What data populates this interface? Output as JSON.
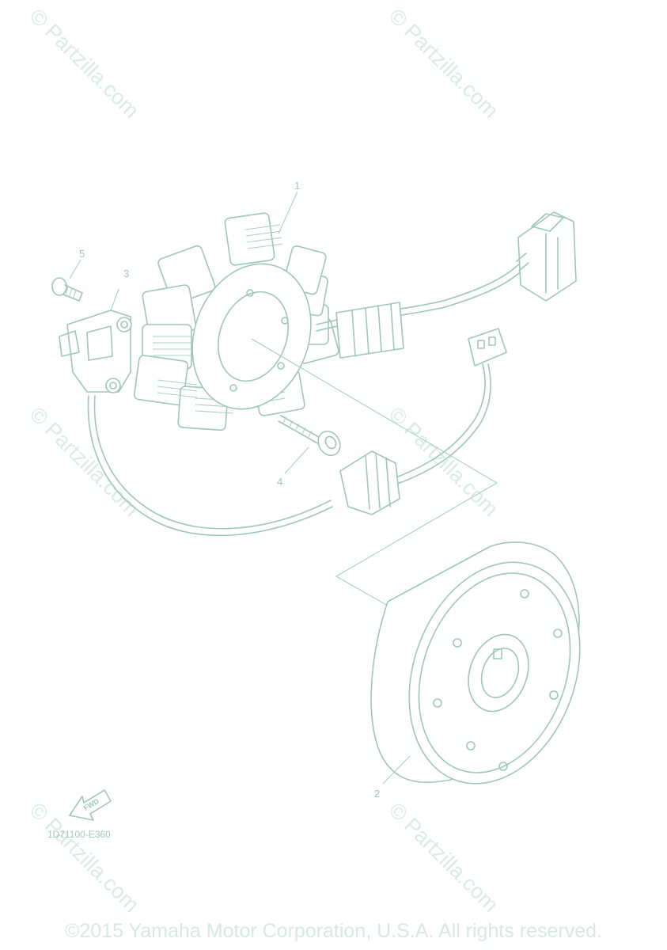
{
  "watermark": "© Partzilla.com",
  "callouts": {
    "stator": "1",
    "rotor": "2",
    "pickup_coil": "3",
    "stator_screw": "4",
    "pickup_bolt": "5"
  },
  "diagram_code": "1D71100-E360",
  "fwd_label": "FWD",
  "copyright": "©2015 Yamaha Motor Corporation, U.S.A. All rights reserved."
}
